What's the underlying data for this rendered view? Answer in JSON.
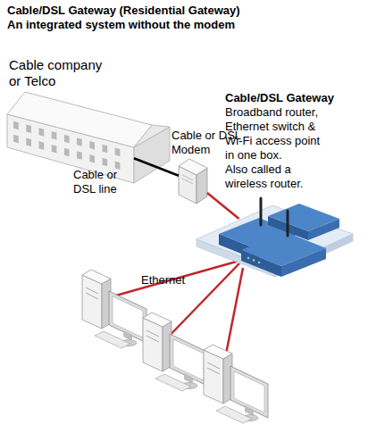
{
  "diagram": {
    "title": "Cable/DSL Gateway (Residential Gateway)",
    "nodes": [
      {
        "text": [
          "Cable company or Telco"
        ]
      },
      {
        "text": [
          "Cable or DSL Modem"
        ]
      },
      {
        "text": [
          "Cable/DSL Gateway",
          "Broadband router, Ethernet switch & Wi-Fi access point in one box.",
          "Also called a wireless router."
        ]
      }
    ],
    "edges": [
      {
        "from": 0,
        "to": 1,
        "label": "Cable or DSL line",
        "arrow": "none"
      },
      {
        "from": 1,
        "to": 2,
        "arrow": "none"
      }
    ],
    "labels": [
      "An integrated system without the modem",
      "Ethernet"
    ]
  }
}
